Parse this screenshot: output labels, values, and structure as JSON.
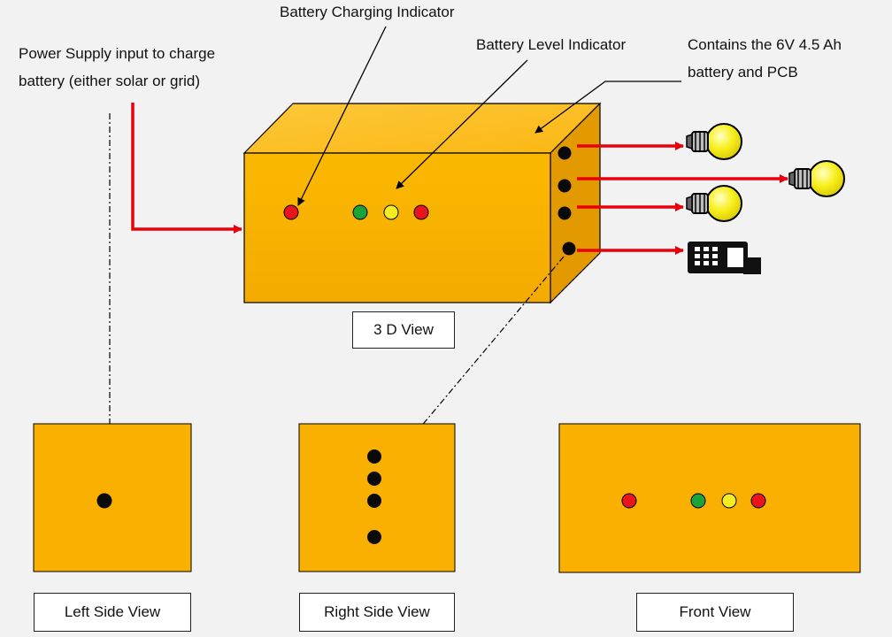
{
  "labels": {
    "power_supply": [
      "Power Supply input to charge",
      "battery (either solar or grid)"
    ],
    "charging_indicator": "Battery Charging Indicator",
    "level_indicator": "Battery Level Indicator",
    "contains": [
      "Contains the 6V 4.5 Ah",
      "battery and PCB"
    ]
  },
  "views": {
    "three_d": "3 D View",
    "left": "Left Side View",
    "right": "Right Side View",
    "front": "Front View"
  },
  "colors": {
    "box_front": "#f9b000",
    "box_top": "#fcc22e",
    "box_side": "#e49a00",
    "arrow_red": "#e8000a",
    "led_red": "#e8141e",
    "led_green": "#1aa33a",
    "led_yellow": "#f4ee20",
    "socket": "#0a0a0a"
  },
  "icons": [
    "bulb-icon",
    "bulb-icon",
    "bulb-icon",
    "phone-icon"
  ]
}
